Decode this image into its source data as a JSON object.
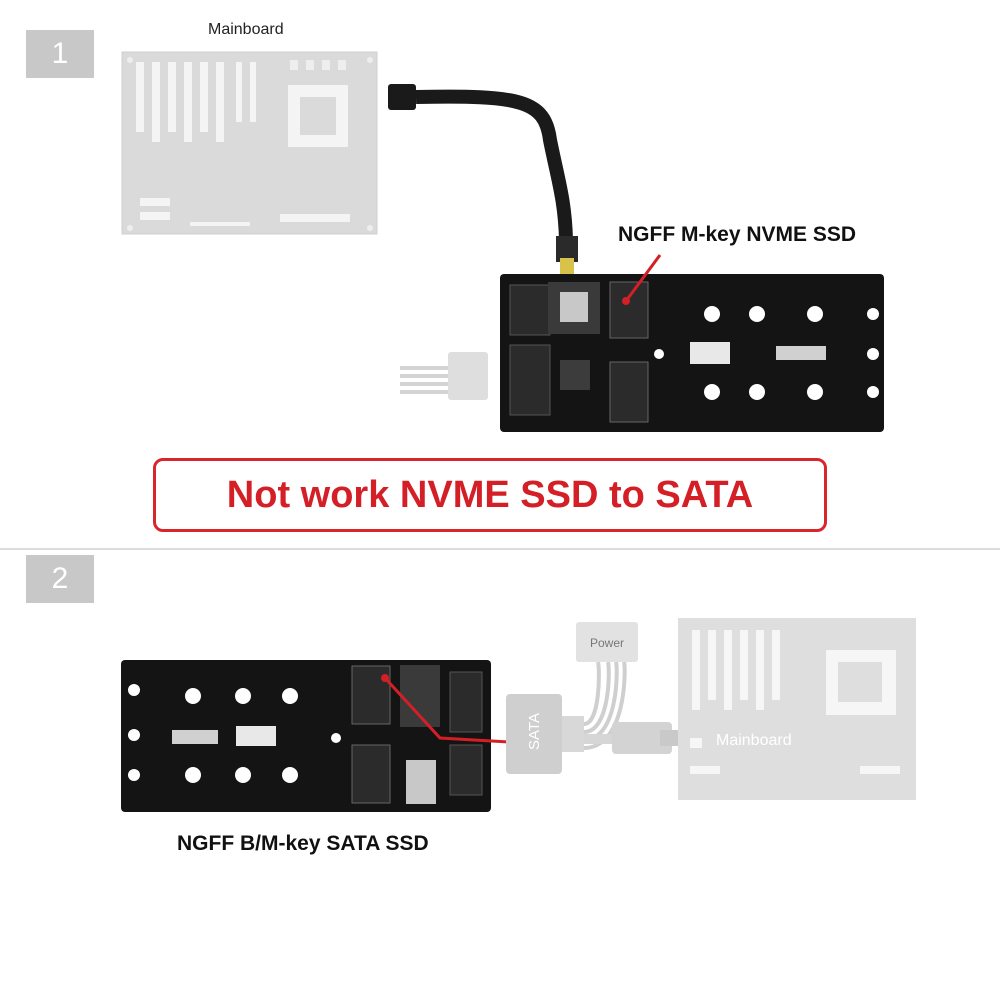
{
  "step1": {
    "number": "1",
    "mainboard_label": "Mainboard",
    "ssd_label": "NGFF M-key NVME SSD"
  },
  "warning": {
    "text": "Not work NVME SSD to SATA"
  },
  "step2": {
    "number": "2",
    "mainboard_label": "Mainboard",
    "ssd_label": "NGFF B/M-key SATA SSD",
    "sata_label": "SATA",
    "power_label": "Power"
  },
  "colors": {
    "warning_red": "#d41f26",
    "board_gray": "#dadada",
    "adapter_black": "#141414"
  }
}
